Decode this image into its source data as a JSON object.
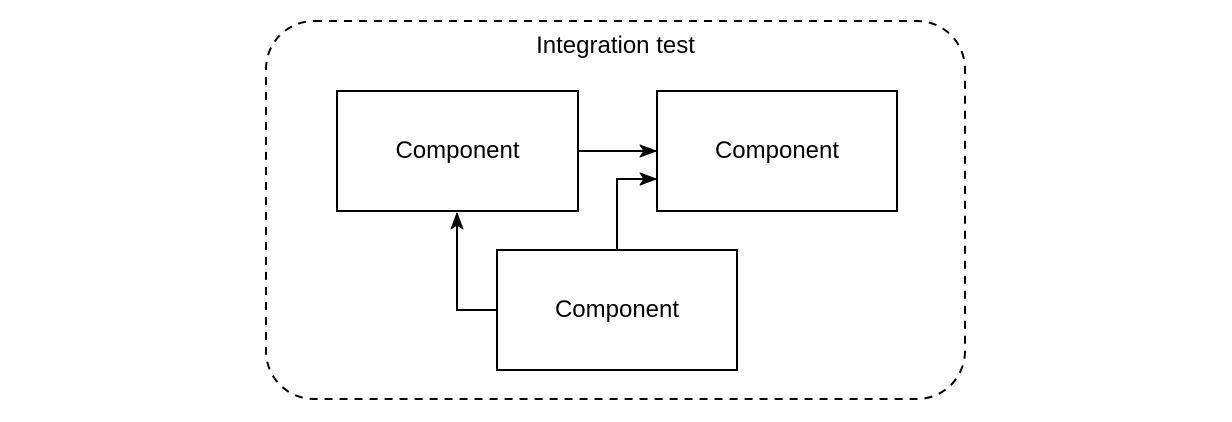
{
  "diagram": {
    "title": "Integration test",
    "boundary": {
      "shape": "rounded-rectangle",
      "border_style": "dashed"
    },
    "nodes": [
      {
        "id": "component-left",
        "label": "Component",
        "shape": "rectangle"
      },
      {
        "id": "component-right",
        "label": "Component",
        "shape": "rectangle"
      },
      {
        "id": "component-bottom",
        "label": "Component",
        "shape": "rectangle"
      }
    ],
    "edges": [
      {
        "from": "component-left",
        "to": "component-right",
        "arrowhead": "filled"
      },
      {
        "from": "component-bottom",
        "to": "component-right",
        "arrowhead": "filled"
      },
      {
        "from": "component-bottom",
        "to": "component-left",
        "arrowhead": "filled"
      }
    ],
    "colors": {
      "stroke": "#000000",
      "node_fill": "#ffffff",
      "background": "#ffffff",
      "text": "#000000"
    }
  }
}
